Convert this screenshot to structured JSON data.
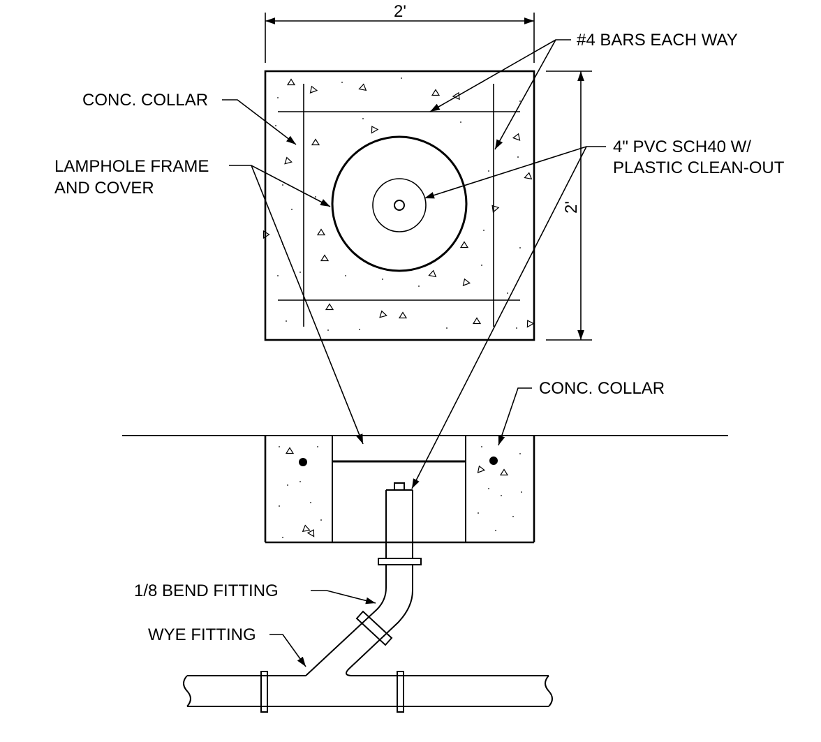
{
  "dimensions": {
    "width_label": "2'",
    "height_label": "2'"
  },
  "labels": {
    "bars": "#4 BARS EACH WAY",
    "collar_top": "CONC. COLLAR",
    "pvc_line1": "4\" PVC SCH40 W/",
    "pvc_line2": "PLASTIC CLEAN-OUT",
    "lamphole_line1": "LAMPHOLE FRAME",
    "lamphole_line2": "AND COVER",
    "collar_section": "CONC. COLLAR",
    "bend": "1/8 BEND FITTING",
    "wye": "WYE FITTING"
  }
}
